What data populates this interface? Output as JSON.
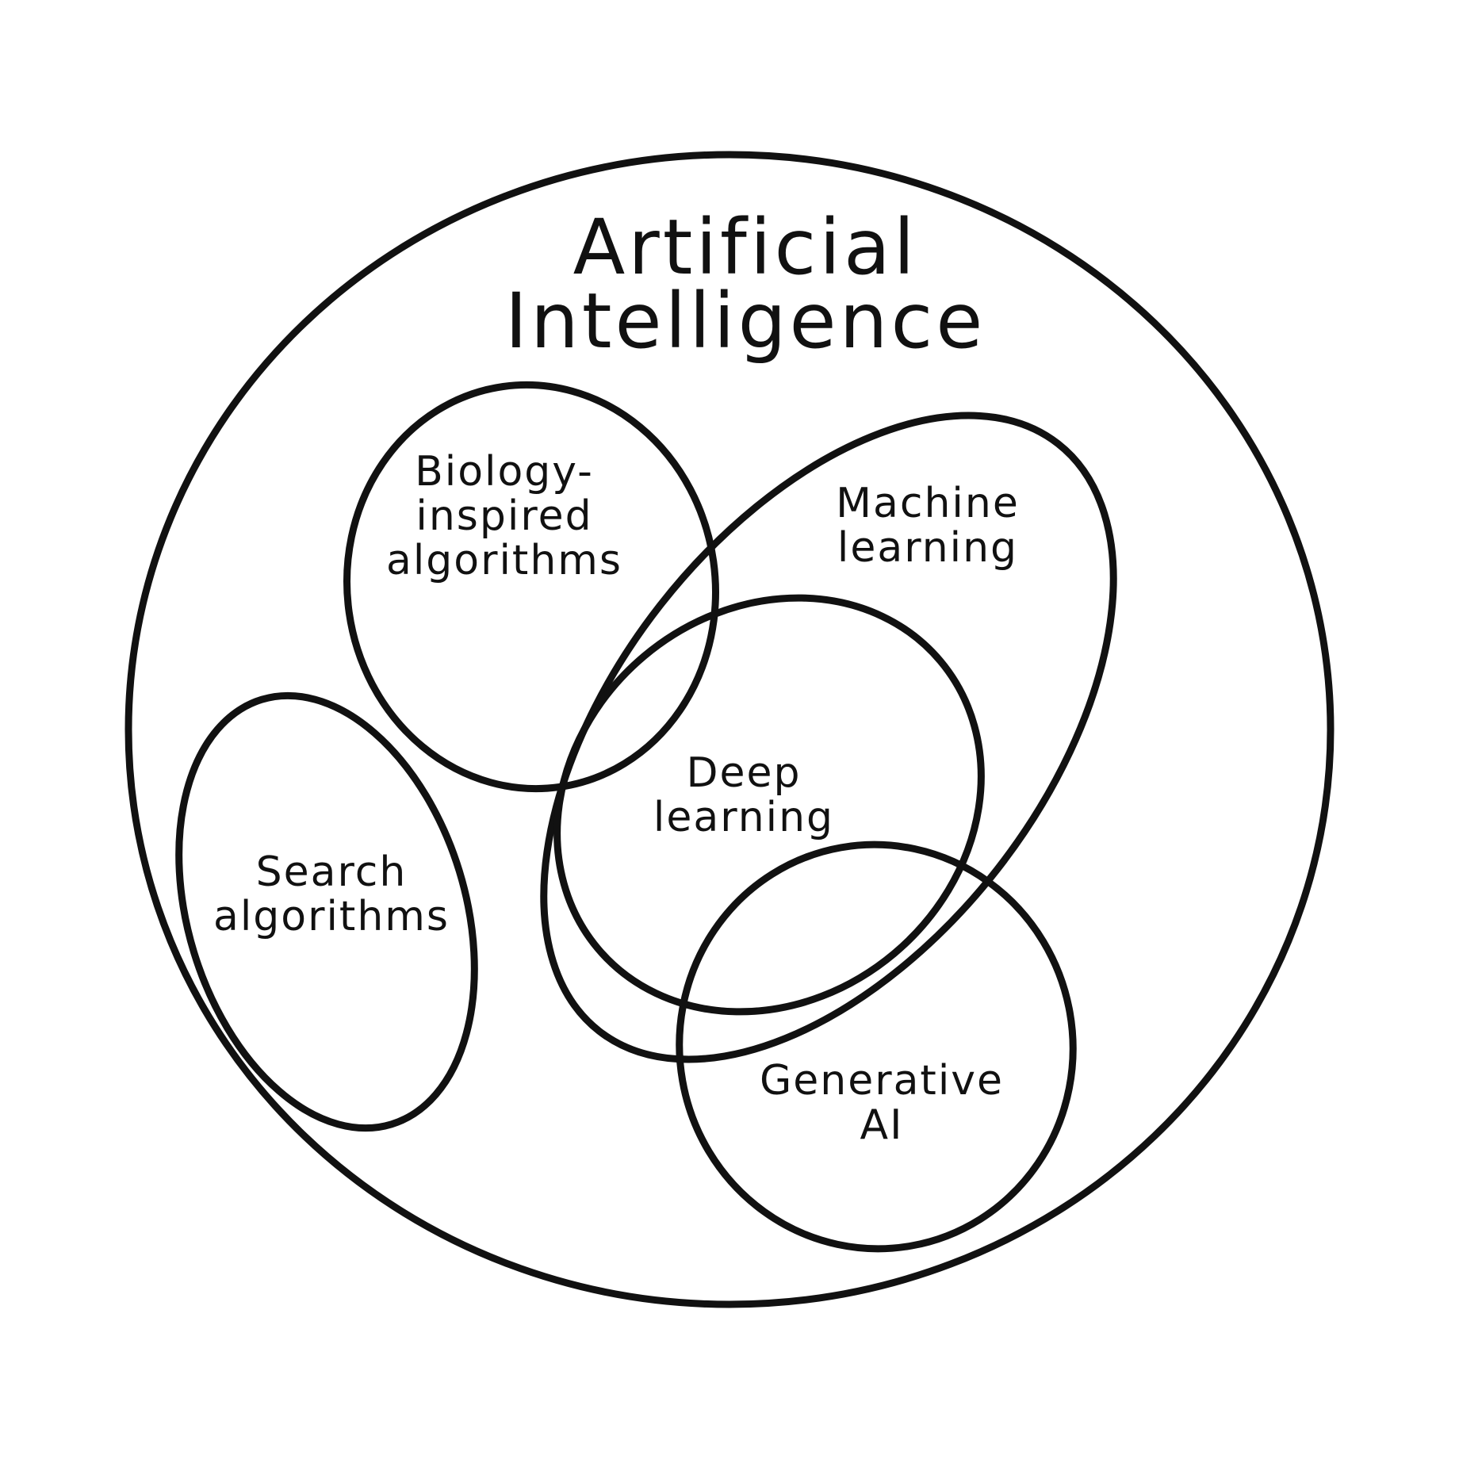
{
  "title": {
    "line1": "Artificial",
    "line2": "Intelligence"
  },
  "regions": {
    "biology": {
      "line1": "Biology-",
      "line2": "inspired",
      "line3": "algorithms"
    },
    "machine_learning": {
      "line1": "Machine",
      "line2": "learning"
    },
    "deep_learning": {
      "line1": "Deep",
      "line2": "learning"
    },
    "search": {
      "line1": "Search",
      "line2": "algorithms"
    },
    "generative": {
      "line1": "Generative",
      "line2": "AI"
    }
  },
  "colors": {
    "stroke": "#111111",
    "background": "#ffffff"
  }
}
